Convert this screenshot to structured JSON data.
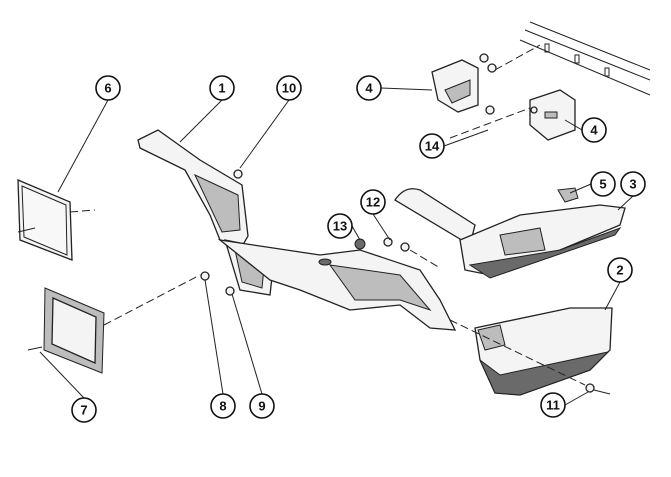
{
  "diagram": {
    "callouts": [
      {
        "id": "6",
        "label": "6"
      },
      {
        "id": "1",
        "label": "1"
      },
      {
        "id": "10",
        "label": "10"
      },
      {
        "id": "4a",
        "label": "4"
      },
      {
        "id": "4b",
        "label": "4"
      },
      {
        "id": "14",
        "label": "14"
      },
      {
        "id": "5",
        "label": "5"
      },
      {
        "id": "3",
        "label": "3"
      },
      {
        "id": "12",
        "label": "12"
      },
      {
        "id": "13",
        "label": "13"
      },
      {
        "id": "2",
        "label": "2"
      },
      {
        "id": "7",
        "label": "7"
      },
      {
        "id": "8",
        "label": "8"
      },
      {
        "id": "9",
        "label": "9"
      },
      {
        "id": "11",
        "label": "11"
      }
    ]
  }
}
